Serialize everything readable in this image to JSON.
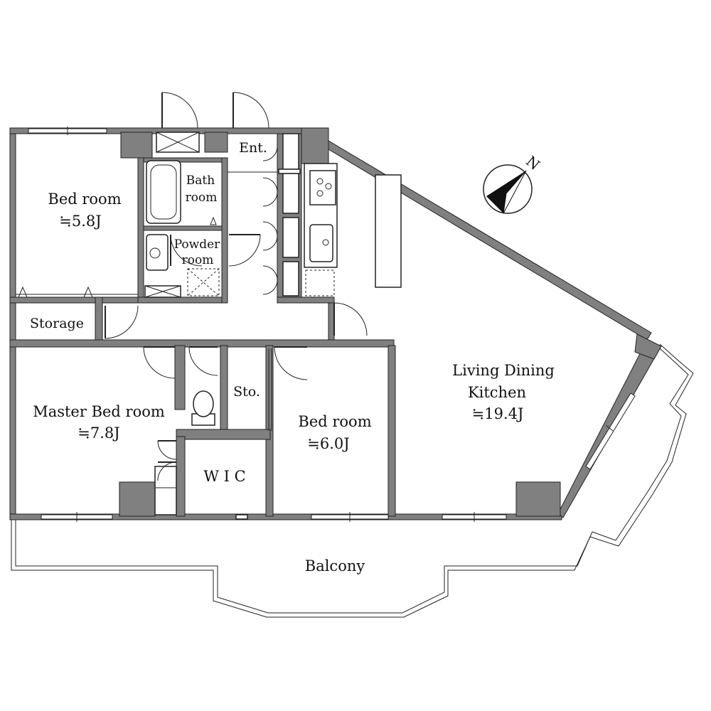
{
  "rooms": {
    "bedroom1": {
      "name": "Bed room",
      "area": "≒5.8J"
    },
    "bath": {
      "line1": "Bath",
      "line2": "room"
    },
    "powder": {
      "line1": "Powder",
      "line2": "room"
    },
    "entrance": {
      "name": "Ent."
    },
    "storage": {
      "name": "Storage"
    },
    "master": {
      "name": "Master Bed room",
      "area": "≒7.8J"
    },
    "sto": {
      "name": "Sto."
    },
    "bedroom2": {
      "name": "Bed room",
      "area": "≒6.0J"
    },
    "wic": {
      "name": "W I C"
    },
    "ldk": {
      "line1": "Living Dining",
      "line2": "Kitchen",
      "area": "≒19.4J"
    },
    "balcony": {
      "name": "Balcony"
    }
  },
  "compass": {
    "north_label": "N"
  }
}
